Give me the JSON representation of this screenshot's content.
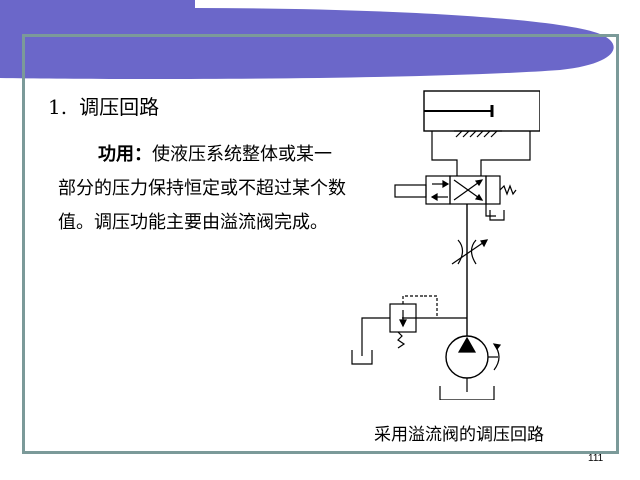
{
  "colors": {
    "header_band": "#6b67c9",
    "frame": "#7b9a99",
    "diagram_stroke": "#000000"
  },
  "slide": {
    "heading": {
      "number": "1.",
      "title": "调压回路"
    },
    "body": {
      "term": "功用",
      "separator": "：",
      "text": "使液压系统整体或某一部分的压力保持恒定或不超过某个数值。调压功能主要由溢流阀完成。"
    },
    "diagram": {
      "caption": "采用溢流阀的调压回路",
      "components": [
        "hydraulic-cylinder",
        "directional-valve",
        "throttle-valve",
        "relief-valve",
        "pump",
        "tank"
      ]
    },
    "page_number": "111"
  }
}
